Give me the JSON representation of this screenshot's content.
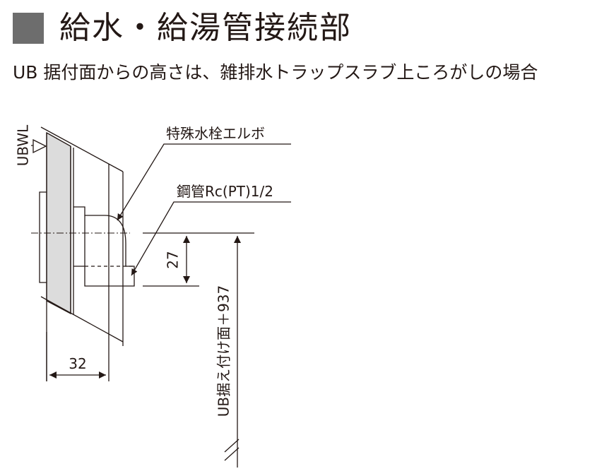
{
  "header": {
    "title": "給水・給湯管接続部",
    "subtitle": "UB 据付面からの高さは、雑排水トラップスラブ上ころがしの場合"
  },
  "diagram": {
    "labels": {
      "ubwl": "UBWL",
      "elbow": "特殊水栓エルボ",
      "pipe": "鋼管Rc(PT)1/2",
      "dim_27": "27",
      "dim_32": "32",
      "ub_height": "UB据え付け面＋937"
    },
    "colors": {
      "line": "#231815",
      "wall_fill": "#dcdcdc",
      "title_square": "#6d6d6d"
    }
  }
}
